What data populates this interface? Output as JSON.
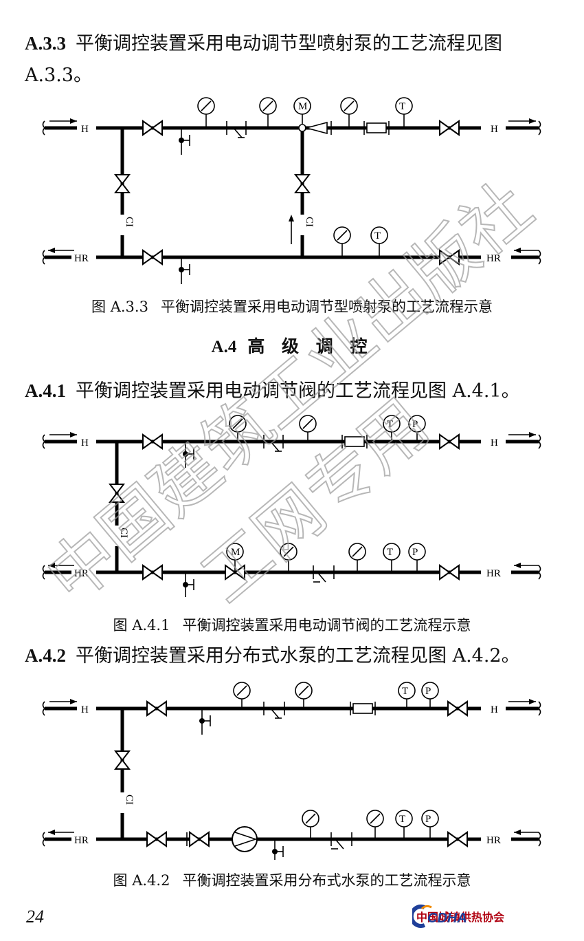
{
  "section_a33": {
    "number": "A.3.3",
    "text": "平衡调控装置采用电动调节型喷射泵的工艺流程见图 A.3.3。"
  },
  "fig_a33": {
    "number": "图 A.3.3",
    "caption": "平衡调控装置采用电动调节型喷射泵的工艺流程示意"
  },
  "heading_a4": {
    "number": "A.4",
    "title": "高 级 调 控"
  },
  "section_a41": {
    "number": "A.4.1",
    "text": "平衡调控装置采用电动调节阀的工艺流程见图 A.4.1。"
  },
  "fig_a41": {
    "number": "图 A.4.1",
    "caption": "平衡调控装置采用电动调节阀的工艺流程示意"
  },
  "section_a42": {
    "number": "A.4.2",
    "text": "平衡调控装置采用分布式水泵的工艺流程见图 A.4.2。"
  },
  "fig_a42": {
    "number": "图 A.4.2",
    "caption": "平衡调控装置采用分布式水泵的工艺流程示意"
  },
  "labels": {
    "supply": "H",
    "return": "HR",
    "connector": "CI",
    "motor": "M",
    "temp": "T",
    "pressure": "P",
    "sub": "T"
  },
  "watermark": {
    "line1": "中国建筑工业出版社",
    "line2": "工网专用"
  },
  "footer": {
    "page_number": "24",
    "logo_mark": "CDHA",
    "org_name": "中国城镇供热协会"
  },
  "colors": {
    "logo_primary": "#1f3f99",
    "logo_accent": "#f08a00",
    "logo_text": "#b00010",
    "watermark": "#9a9a9a"
  }
}
